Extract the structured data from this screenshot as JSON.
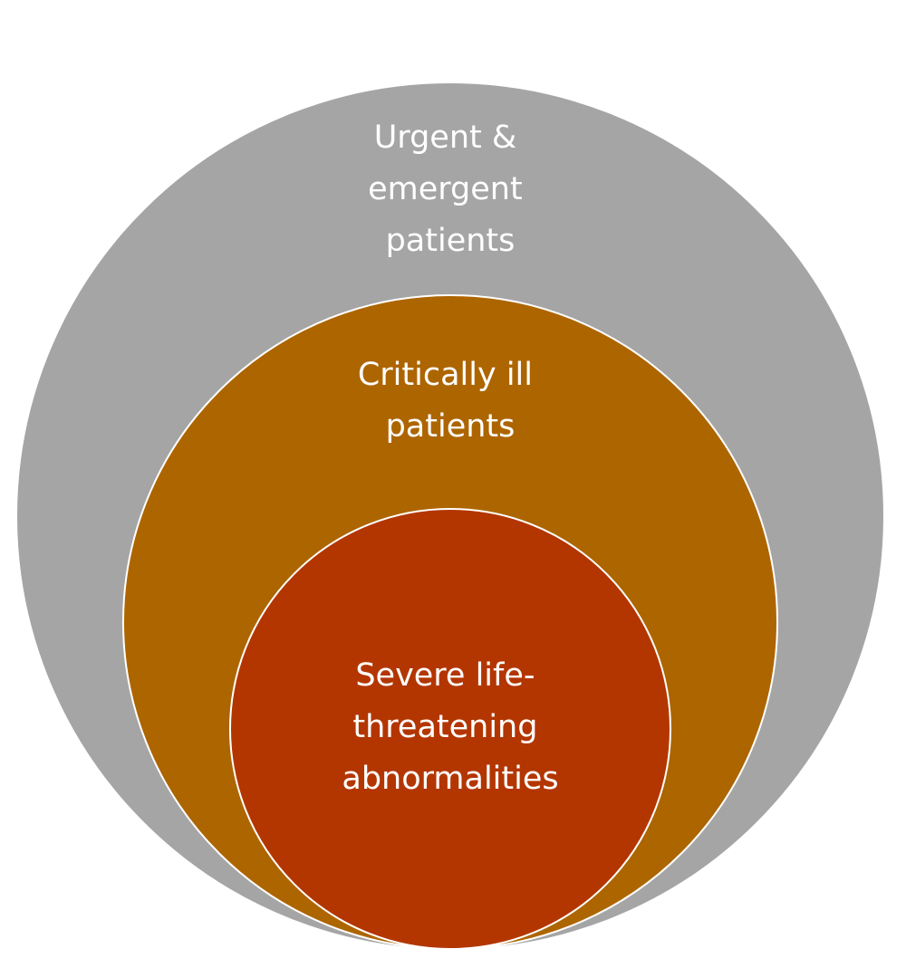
{
  "diagram": {
    "outer": {
      "label_lines": [
        "Urgent &",
        "emergent",
        "patients"
      ],
      "color": "#a5a5a5"
    },
    "middle": {
      "label_lines": [
        "Critically ill",
        "patients"
      ],
      "color": "#ad6500"
    },
    "inner": {
      "label_lines": [
        "Severe life-",
        "threatening",
        "abnormalities"
      ],
      "color": "#b33600"
    },
    "outline_color": "#ffffff"
  }
}
